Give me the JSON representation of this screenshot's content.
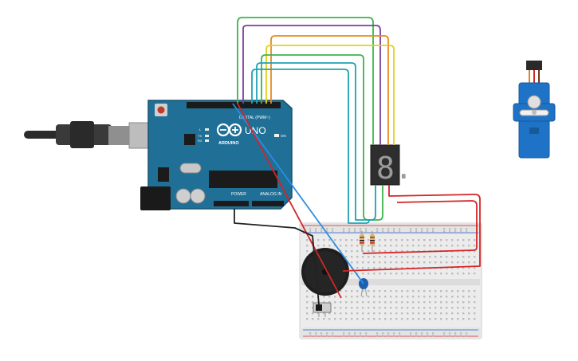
{
  "arduino": {
    "model_label": "UNO",
    "brand_label": "ARDUINO",
    "digital_label": "DIGITAL (PWM~)",
    "power_label": "POWER",
    "analog_label": "ANALOG IN",
    "on_label": "ON",
    "tx_label": "TX",
    "rx_label": "RX",
    "l_label": "L"
  },
  "display": {
    "digit": "8."
  },
  "colors": {
    "board": "#1f6f96",
    "board_edge": "#15536f",
    "wire_green": "#3cb54a",
    "wire_purple": "#7b3fa0",
    "wire_orange": "#e68a1e",
    "wire_yellow": "#e3d01f",
    "wire_teal": "#1fa2b3",
    "wire_blue": "#2a8ee0",
    "wire_red": "#d32626",
    "wire_black": "#222222",
    "servo": "#1f73c6",
    "breadboard": "#ececec"
  }
}
